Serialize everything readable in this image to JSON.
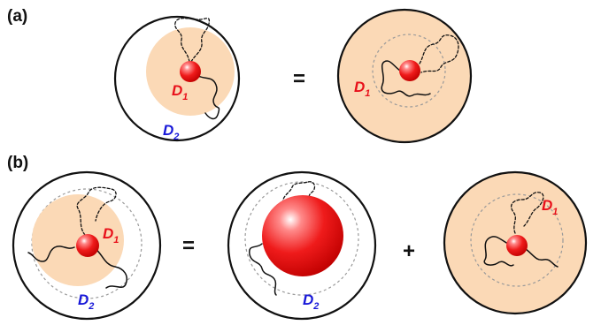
{
  "panels": {
    "a": {
      "label": "(a)"
    },
    "b": {
      "label": "(b)"
    }
  },
  "operators": {
    "equals": "=",
    "plus": "+"
  },
  "labels": {
    "d1_main": "D",
    "d1_sub": "1",
    "d2_main": "D",
    "d2_sub": "2"
  },
  "colors": {
    "d1_text": "#e8101a",
    "d2_text": "#1818d8",
    "inner_fill": "#fbd9b6",
    "sphere": "#e8101a"
  }
}
